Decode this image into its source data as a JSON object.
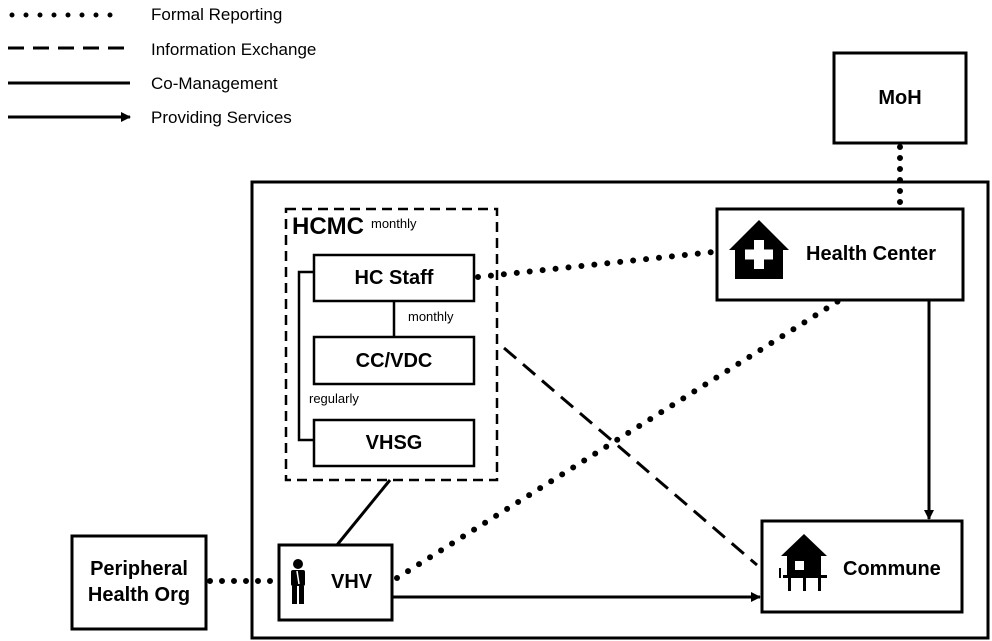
{
  "legend": {
    "formal_reporting": "Formal Reporting",
    "information_exchange": "Information Exchange",
    "co_management": "Co-Management",
    "providing_services": "Providing Services"
  },
  "nodes": {
    "moh": "MoH",
    "health_center": "Health Center",
    "hcmc": "HCMC",
    "hc_staff": "HC Staff",
    "cc_vdc": "CC/VDC",
    "vhsg": "VHSG",
    "vhv": "VHV",
    "commune": "Commune",
    "peripheral_line1": "Peripheral",
    "peripheral_line2": "Health Org"
  },
  "annotations": {
    "hcmc_frequency": "monthly",
    "staff_cc_frequency": "monthly",
    "vhsg_frequency": "regularly"
  },
  "colors": {
    "line": "#000000",
    "background": "#ffffff"
  },
  "icons": {
    "health_center": "house-cross-icon",
    "commune": "stilt-house-icon",
    "vhv": "person-icon"
  }
}
